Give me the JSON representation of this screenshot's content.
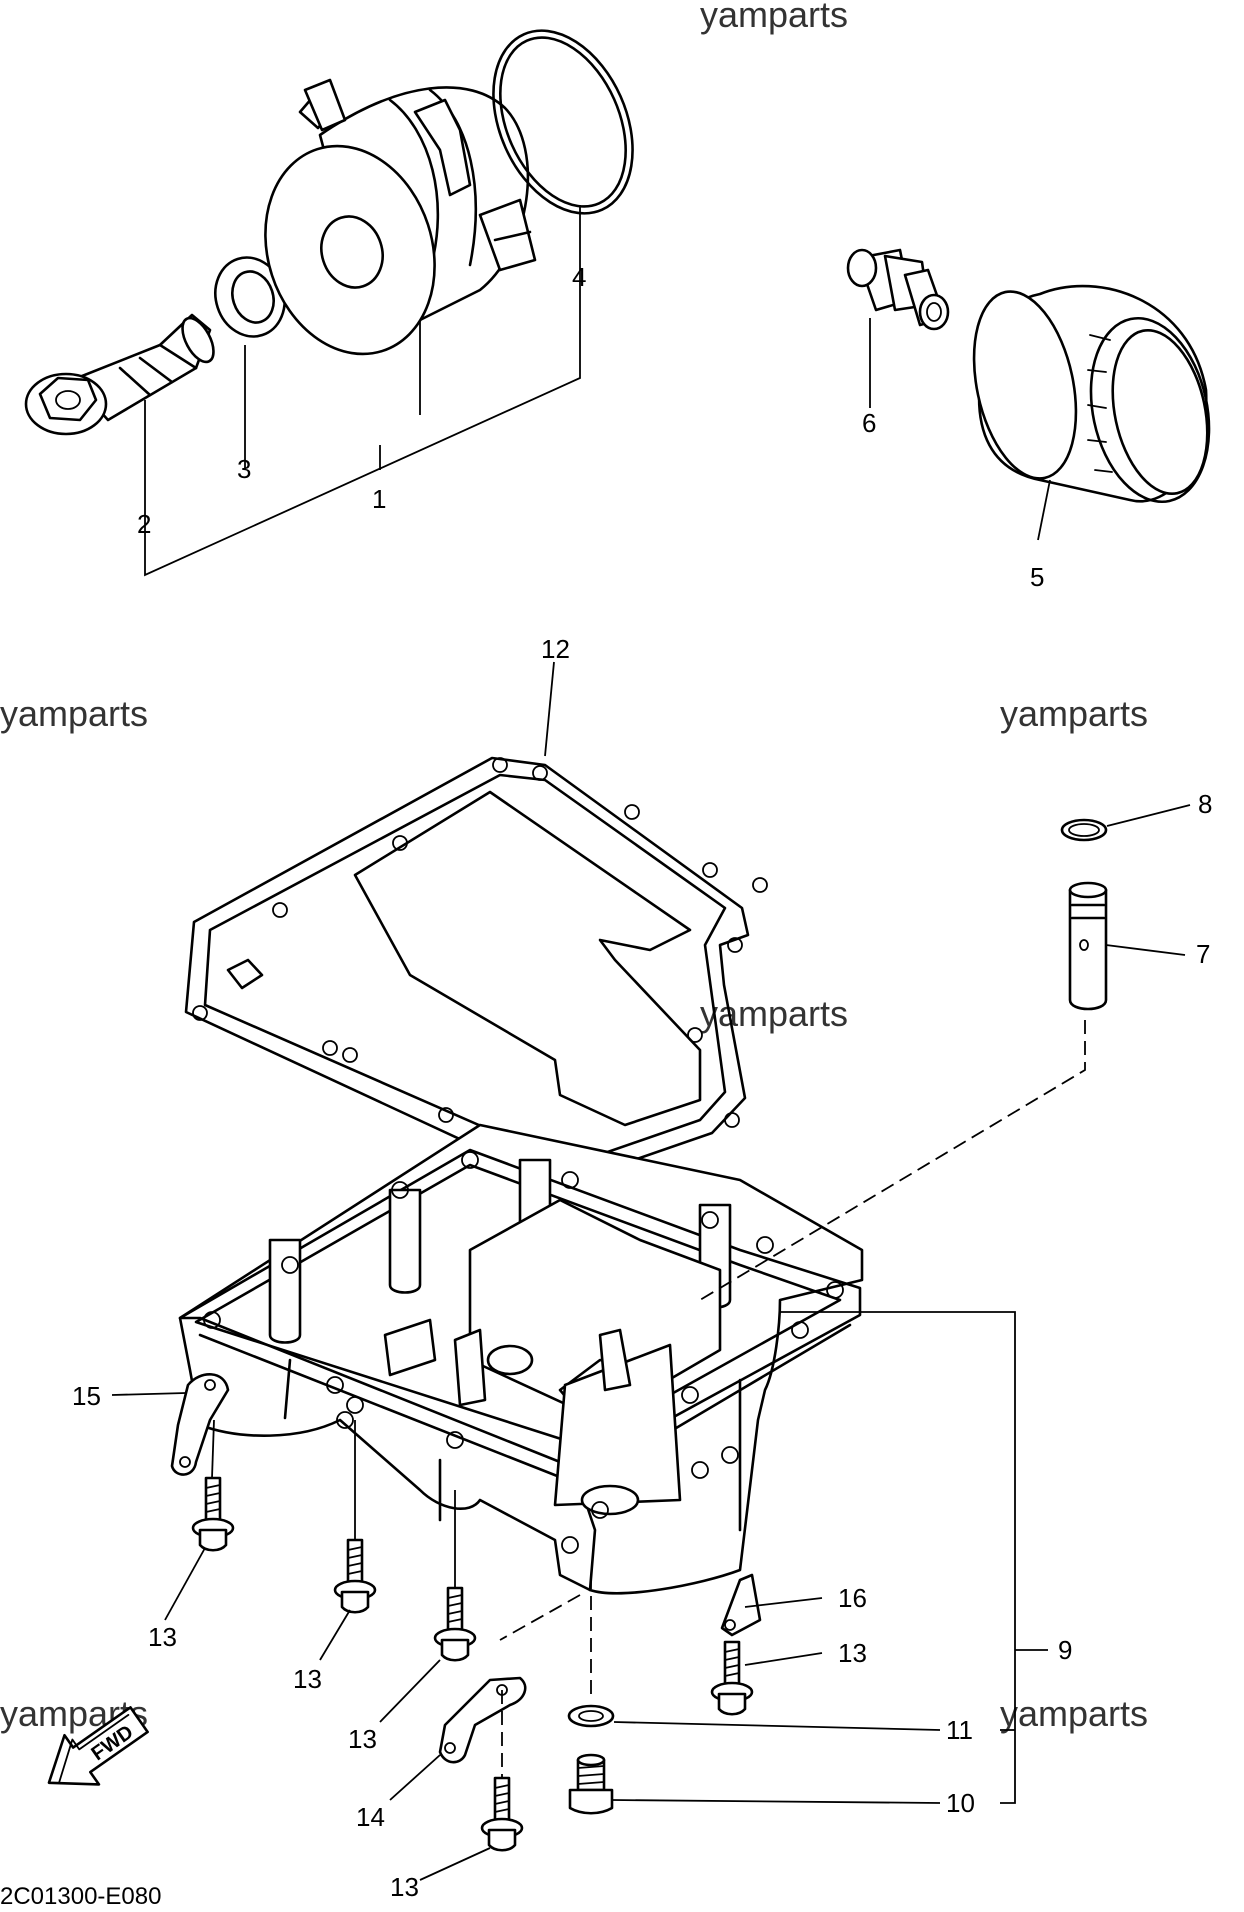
{
  "watermark": "yamparts",
  "diagram_code": "2C01300-E080",
  "direction_label": "FWD",
  "callouts": {
    "c1": "1",
    "c2": "2",
    "c3": "3",
    "c4": "4",
    "c5": "5",
    "c6": "6",
    "c7": "7",
    "c8": "8",
    "c9": "9",
    "c10": "10",
    "c11": "11",
    "c12": "12",
    "c13": "13",
    "c14": "14",
    "c15": "15",
    "c16": "16"
  }
}
